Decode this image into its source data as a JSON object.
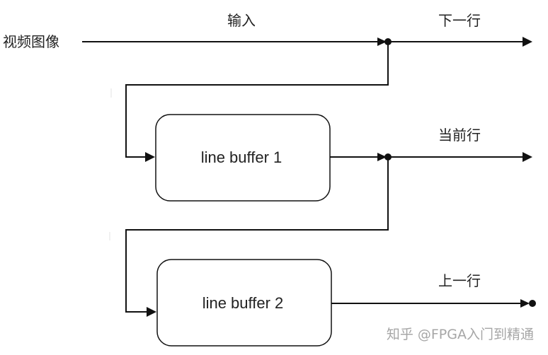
{
  "diagram": {
    "input_source_label": "视频图像",
    "input_label": "输入",
    "next_row_label": "下一行",
    "current_row_label": "当前行",
    "previous_row_label": "上一行",
    "buffer1_label": "line buffer 1",
    "buffer2_label": "line buffer 2"
  },
  "watermark": {
    "text": "知乎 @FPGA入门到精通"
  },
  "colors": {
    "line": "#111111",
    "watermark": "#a6a6a6"
  }
}
